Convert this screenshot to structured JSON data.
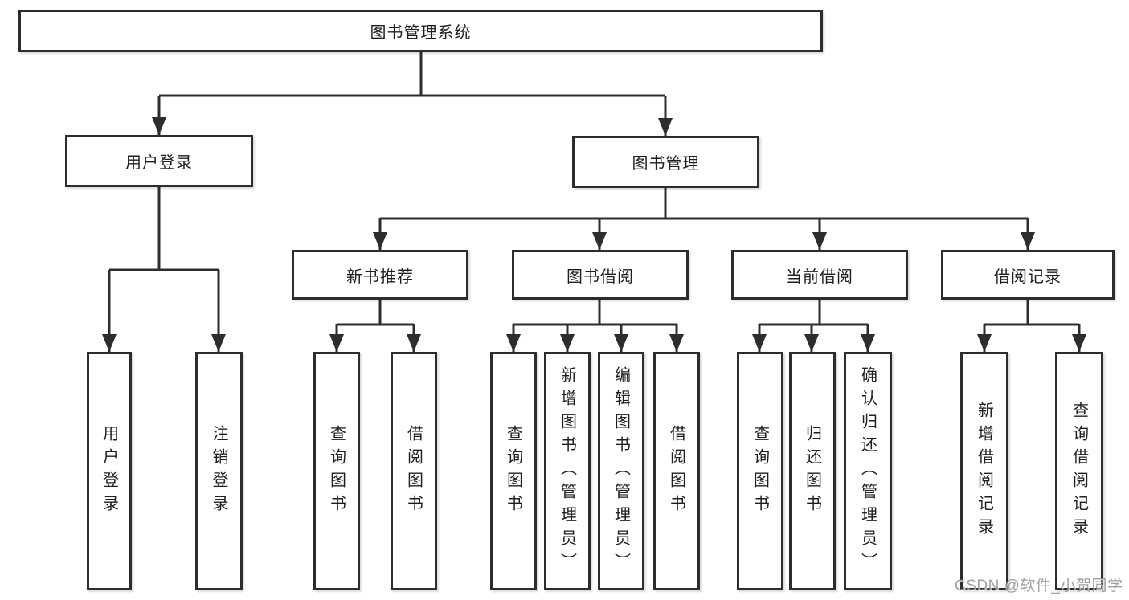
{
  "diagram": {
    "root": {
      "label": "图书管理系统"
    },
    "level2": [
      {
        "id": "user-login",
        "label": "用户登录"
      },
      {
        "id": "book-management",
        "label": "图书管理"
      }
    ],
    "level3": [
      {
        "id": "new-book-recommend",
        "label": "新书推荐"
      },
      {
        "id": "book-borrow",
        "label": "图书借阅"
      },
      {
        "id": "current-borrow",
        "label": "当前借阅"
      },
      {
        "id": "borrow-records",
        "label": "借阅记录"
      }
    ],
    "leaves": {
      "user_login": [
        {
          "label": "用户登录"
        },
        {
          "label": "注销登录"
        }
      ],
      "new_book_recommend": [
        {
          "label": "查询图书"
        },
        {
          "label": "借阅图书"
        }
      ],
      "book_borrow": [
        {
          "label": "查询图书"
        },
        {
          "label": "新增图书（管理员）"
        },
        {
          "label": "编辑图书（管理员）"
        },
        {
          "label": "借阅图书"
        }
      ],
      "current_borrow": [
        {
          "label": "查询图书"
        },
        {
          "label": "归还图书"
        },
        {
          "label": "确认归还（管理员）"
        }
      ],
      "borrow_records": [
        {
          "label": "新增借阅记录"
        },
        {
          "label": "查询借阅记录"
        }
      ]
    }
  },
  "watermark": {
    "text": "CSDN @软件_小贺同学"
  },
  "colors": {
    "line": "#2d2d2d",
    "box_border": "#2d2d2d",
    "text": "#1f1f1f",
    "watermark": "#919191",
    "background": "#ffffff"
  }
}
